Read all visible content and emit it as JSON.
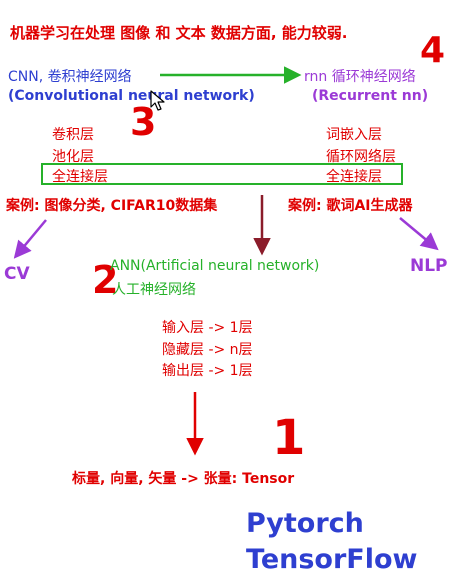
{
  "title": "机器学习在处理 图像 和 文本 数据方面, 能力较弱.",
  "markers": {
    "one": "1",
    "two": "2",
    "three": "3",
    "four": "4"
  },
  "cnn": {
    "title": "CNN, 卷积神经网络",
    "full_name": "(Convolutional neural network)",
    "layers": [
      "卷积层",
      "池化层",
      "全连接层"
    ],
    "case": "案例: 图像分类, CIFAR10数据集",
    "domain": "CV"
  },
  "rnn": {
    "title": "rnn 循环神经网络",
    "full_name": "(Recurrent nn)",
    "layers": [
      "词嵌入层",
      "循环网络层",
      "全连接层"
    ],
    "case": "案例: 歌词AI生成器",
    "domain": "NLP"
  },
  "ann": {
    "title": "ANN(Artificial neural network)",
    "chinese_name": "人工神经网络",
    "layers": [
      "输入层 -> 1层",
      "隐藏层 -> n层",
      "输出层 -> 1层"
    ]
  },
  "tensor": {
    "text": "标量, 向量, 矢量 -> 张量: Tensor"
  },
  "frameworks": [
    "Pytorch",
    "TensorFlow"
  ],
  "colors": {
    "red": "#e00000",
    "blue": "#2e3fd0",
    "purple": "#9b3ad6",
    "green": "#26b12a",
    "dark_red": "#8b1c2a"
  },
  "icons": {
    "cursor": "mouse-pointer-icon"
  }
}
